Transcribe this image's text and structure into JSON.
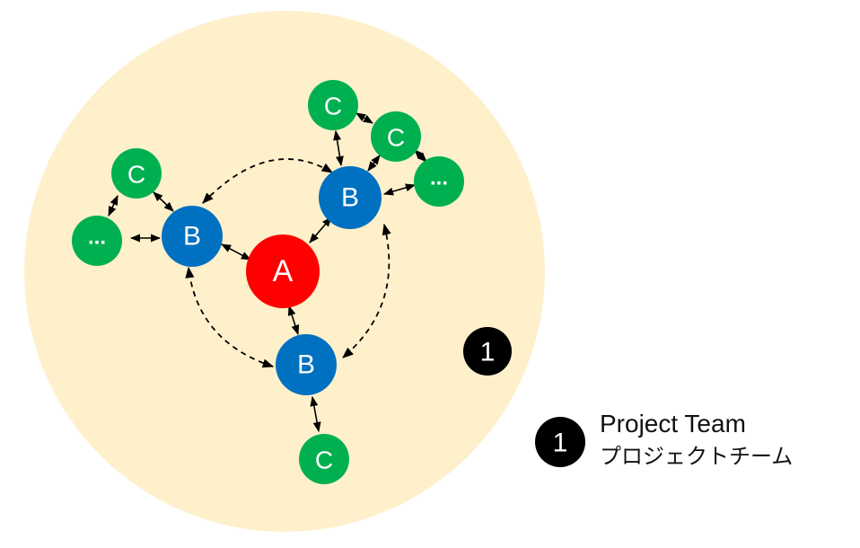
{
  "colors": {
    "team_area": "#FEF0CB",
    "node_a": "#FF0000",
    "node_b": "#0070C0",
    "node_c": "#00B050",
    "badge": "#000000"
  },
  "nodes": {
    "a": "A",
    "b": "B",
    "c": "C",
    "more": "..."
  },
  "badge_number": "1",
  "legend": {
    "number": "1",
    "title_en": "Project Team",
    "title_ja": "プロジェクトチーム"
  }
}
